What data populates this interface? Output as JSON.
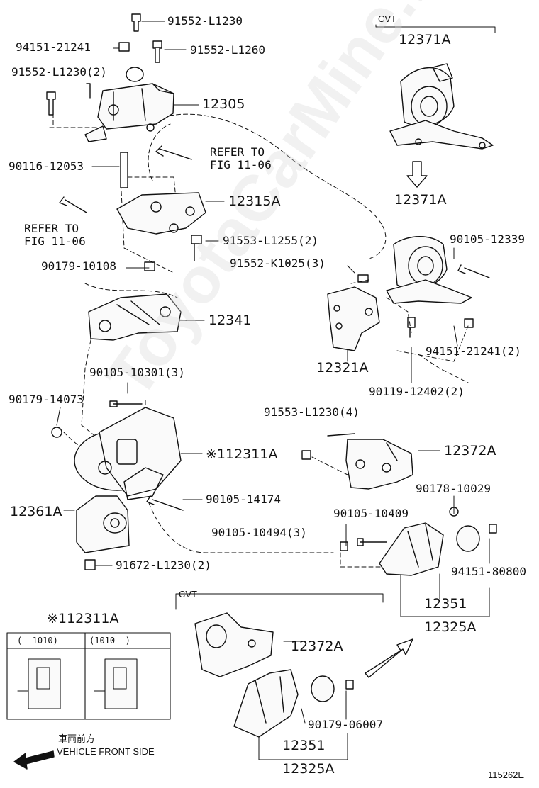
{
  "watermark": "ToyotaCarMine.ru",
  "labels": {
    "l_91552_L1230_top": "91552-L1230",
    "l_94151_21241": "94151-21241",
    "l_91552_L1260": "91552-L1260",
    "l_91552_L1230_2": "91552-L1230(2)",
    "l_12305": "12305",
    "l_90116_12053": "90116-12053",
    "l_refer_top": "REFER TO\nFIG 11-06",
    "l_12315A": "12315A",
    "l_refer_left": "REFER TO\nFIG 11-06",
    "l_91553_L1255": "91553-L1255(2)",
    "l_90179_10108": "90179-10108",
    "l_12341": "12341",
    "l_90105_10301": "90105-10301(3)",
    "l_90179_14073": "90179-14073",
    "l_12311A_star": "※112311A",
    "l_90105_14174": "90105-14174",
    "l_12361A": "12361A",
    "l_91672_L1230": "91672-L1230(2)",
    "l_cvt_top": "CVT",
    "l_12371A_top": "12371A",
    "l_12371A_mid": "12371A",
    "l_90105_12339": "90105-12339",
    "l_91552_K1025": "91552-K1025(3)",
    "l_94151_21241_2": "94151-21241(2)",
    "l_12321A": "12321A",
    "l_90119_12402": "90119-12402(2)",
    "l_91553_L1230_4": "91553-L1230(4)",
    "l_12372A_mid": "12372A",
    "l_90178_10029": "90178-10029",
    "l_90105_10409": "90105-10409",
    "l_90105_10494": "90105-10494(3)",
    "l_94151_80800": "94151-80800",
    "l_12351_right": "12351",
    "l_12325A_right": "12325A",
    "l_cvt_bottom": "CVT",
    "l_12372A_bottom": "12372A",
    "l_90179_06007": "90179-06007",
    "l_12351_bottom": "12351",
    "l_12325A_bottom": "12325A",
    "l_12311A_inset": "※112311A",
    "inset_col1": "(    -1010)",
    "inset_col2": "(1010-    )",
    "front_jp": "車両前方",
    "front_en": "VEHICLE FRONT SIDE",
    "figure_id": "115262E"
  }
}
